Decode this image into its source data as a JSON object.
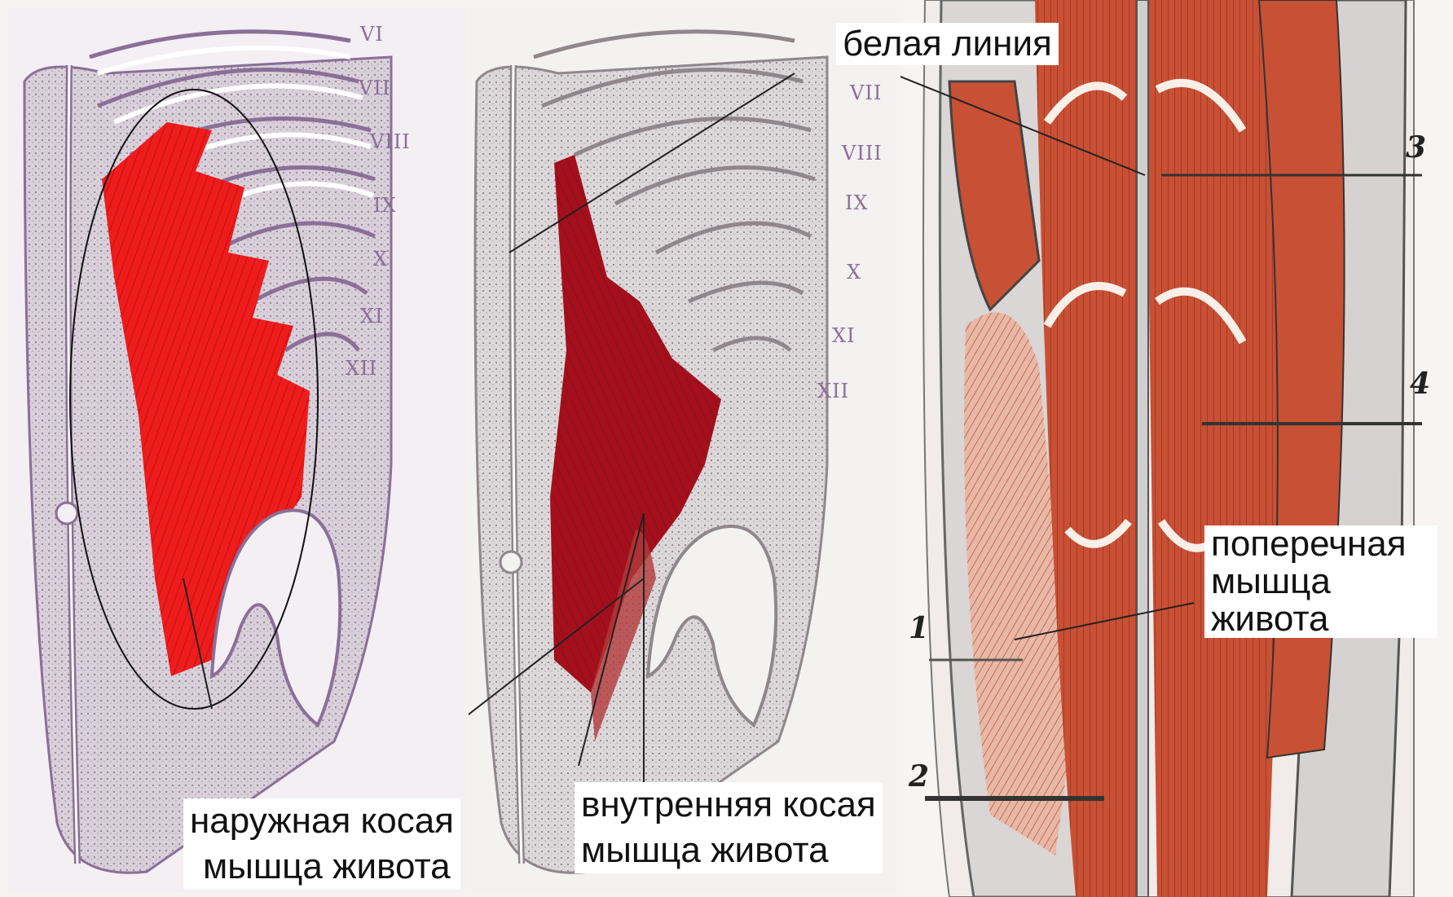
{
  "colors": {
    "background": "#f6f2f2",
    "external_oblique": "#ee1c1c",
    "internal_oblique": "#a50f1c",
    "rectus_muscle": "#c85034",
    "sketch_lines": "#8a6f98"
  },
  "panels": {
    "left": {
      "rib_numerals": [
        "VI",
        "VII",
        "VIII",
        "IX",
        "X",
        "XI",
        "XII"
      ],
      "label": [
        "наружная косая",
        "мышца живота"
      ]
    },
    "middle": {
      "rib_numerals": [
        "VII",
        "VIII",
        "IX",
        "X",
        "XI",
        "XII"
      ],
      "top_label": "белая линия",
      "label": [
        "внутренняя косая",
        "мышца живота"
      ]
    },
    "right": {
      "label": [
        "поперечная",
        "мышца",
        "живота"
      ],
      "callout_numbers": [
        "1",
        "2",
        "3",
        "4"
      ]
    }
  }
}
